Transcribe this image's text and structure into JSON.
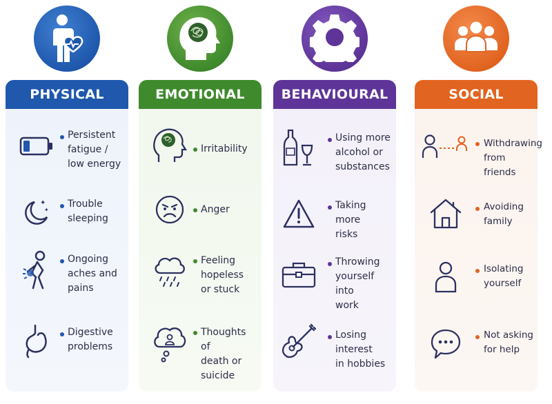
{
  "colors": {
    "physical": "#1f58ad",
    "emotional": "#3f8a2d",
    "behavioural": "#5e3499",
    "social": "#e16420",
    "icon_stroke": "#2c3060"
  },
  "columns": [
    {
      "key": "physical",
      "title": "PHYSICAL",
      "badge_icon": "person-heart-icon",
      "items": [
        {
          "icon": "low-battery-icon",
          "text": "Persistent\nfatigue /\nlow energy"
        },
        {
          "icon": "moon-stars-icon",
          "text": "Trouble\nsleeping"
        },
        {
          "icon": "back-pain-icon",
          "text": "Ongoing\naches and\npains"
        },
        {
          "icon": "stomach-icon",
          "text": "Digestive\nproblems"
        }
      ]
    },
    {
      "key": "emotional",
      "title": "EMOTIONAL",
      "badge_icon": "head-tangled-thoughts-icon",
      "items": [
        {
          "icon": "head-scribble-icon",
          "text": "Irritability"
        },
        {
          "icon": "angry-face-icon",
          "text": "Anger"
        },
        {
          "icon": "rain-cloud-icon",
          "text": "Feeling\nhopeless\nor stuck"
        },
        {
          "icon": "thought-bubble-person-icon",
          "text": "Thoughts of\ndeath or\nsuicide"
        }
      ]
    },
    {
      "key": "behavioural",
      "title": "BEHAVIOURAL",
      "badge_icon": "gear-icon",
      "items": [
        {
          "icon": "bottle-glass-icon",
          "text": "Using more\nalcohol or\nsubstances"
        },
        {
          "icon": "warning-icon",
          "text": "Taking more\nrisks"
        },
        {
          "icon": "briefcase-icon",
          "text": "Throwing\nyourself into\nwork"
        },
        {
          "icon": "guitar-icon",
          "text": "Losing interest\nin hobbies"
        }
      ]
    },
    {
      "key": "social",
      "title": "SOCIAL",
      "badge_icon": "group-icon",
      "items": [
        {
          "icon": "people-apart-icon",
          "text": "Withdrawing\nfrom friends"
        },
        {
          "icon": "house-icon",
          "text": "Avoiding\nfamily"
        },
        {
          "icon": "single-person-icon",
          "text": "Isolating\nyourself"
        },
        {
          "icon": "speech-bubble-icon",
          "text": "Not asking\nfor help"
        }
      ]
    }
  ]
}
